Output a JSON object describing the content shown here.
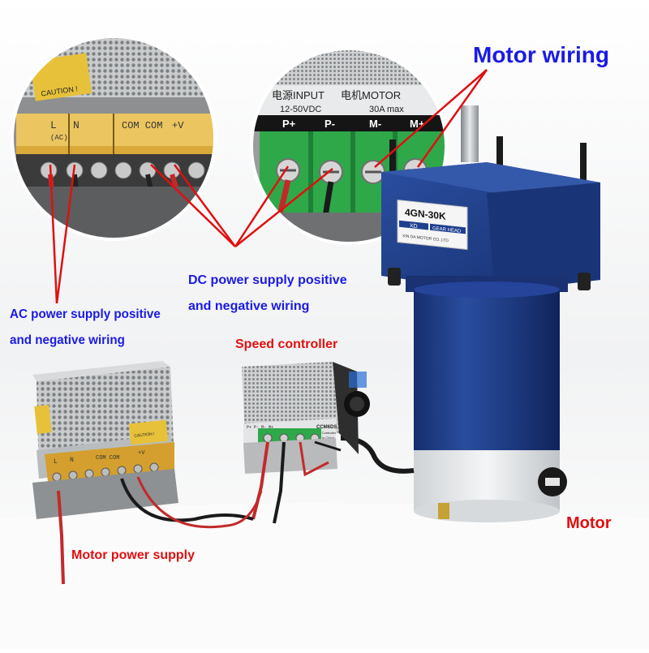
{
  "labels": {
    "motor_wiring": "Motor wiring",
    "dc_line1": "DC power supply positive",
    "dc_line2": "and negative wiring",
    "ac_line1": "AC power supply positive",
    "ac_line2": "and negative wiring",
    "speed_controller": "Speed controller",
    "motor_power_supply": "Motor power supply",
    "motor": "Motor"
  },
  "left_inset": {
    "terminal_l": "L",
    "terminal_n": "N",
    "terminal_ac": "(AC)",
    "terminal_com": "COM COM",
    "terminal_v": "+V",
    "caution": "CAUTION !"
  },
  "right_inset": {
    "header_input": "电源INPUT",
    "header_motor": "电机MOTOR",
    "voltage": "12-50VDC",
    "current": "30A max",
    "terminals": [
      "P+",
      "P-",
      "M-",
      "M+"
    ]
  },
  "motor_plate": {
    "model": "4GN-30K",
    "brand": "XD",
    "gear_head": "GEAR HEAD",
    "maker": "XIN DA MOTOR CO.,LTD"
  },
  "controller": {
    "model": "CCM6DS",
    "caption": "Speed Controller",
    "made_in": "Made in China",
    "terminals": "P+ P- M- M+"
  },
  "power_supply": {
    "terminal_l": "L",
    "terminal_n": "N",
    "terminal_com": "COM COM",
    "terminal_v": "+V",
    "caution": "CAUTION !"
  },
  "colors": {
    "label_blue": "#1a1ae6",
    "label_red": "#e01010",
    "motor_blue": "#1f3f8f",
    "terminal_green": "#2fa84a"
  }
}
